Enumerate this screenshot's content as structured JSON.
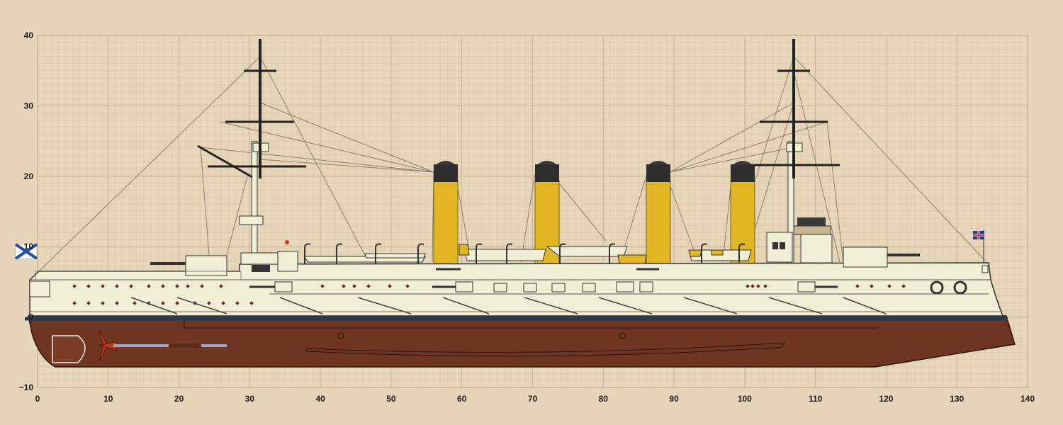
{
  "axes": {
    "x_ticks": [
      "0",
      "10",
      "20",
      "30",
      "40",
      "50",
      "60",
      "70",
      "80",
      "90",
      "100",
      "110",
      "120",
      "130",
      "140"
    ],
    "y_ticks": [
      "40",
      "30",
      "20",
      "10",
      "0",
      "−10"
    ],
    "x_range": [
      0,
      140
    ],
    "y_range": [
      -10,
      40
    ],
    "grid": true
  },
  "colors": {
    "background": "#e7d5b9",
    "grid_minor": "#d9c6a7",
    "grid_major": "#c9b491",
    "upper_hull": "#efefd6",
    "lower_hull": "#6e3520",
    "waterline": "#1f3a5a",
    "funnel": "#e2b522",
    "funnel_cap": "#2d2d2d",
    "rigging": "#8a8170",
    "mast": "#222222"
  },
  "flags": {
    "stern_ensign": "st-andrew-ensign-icon",
    "bow_jack": "jack-flag-icon"
  }
}
